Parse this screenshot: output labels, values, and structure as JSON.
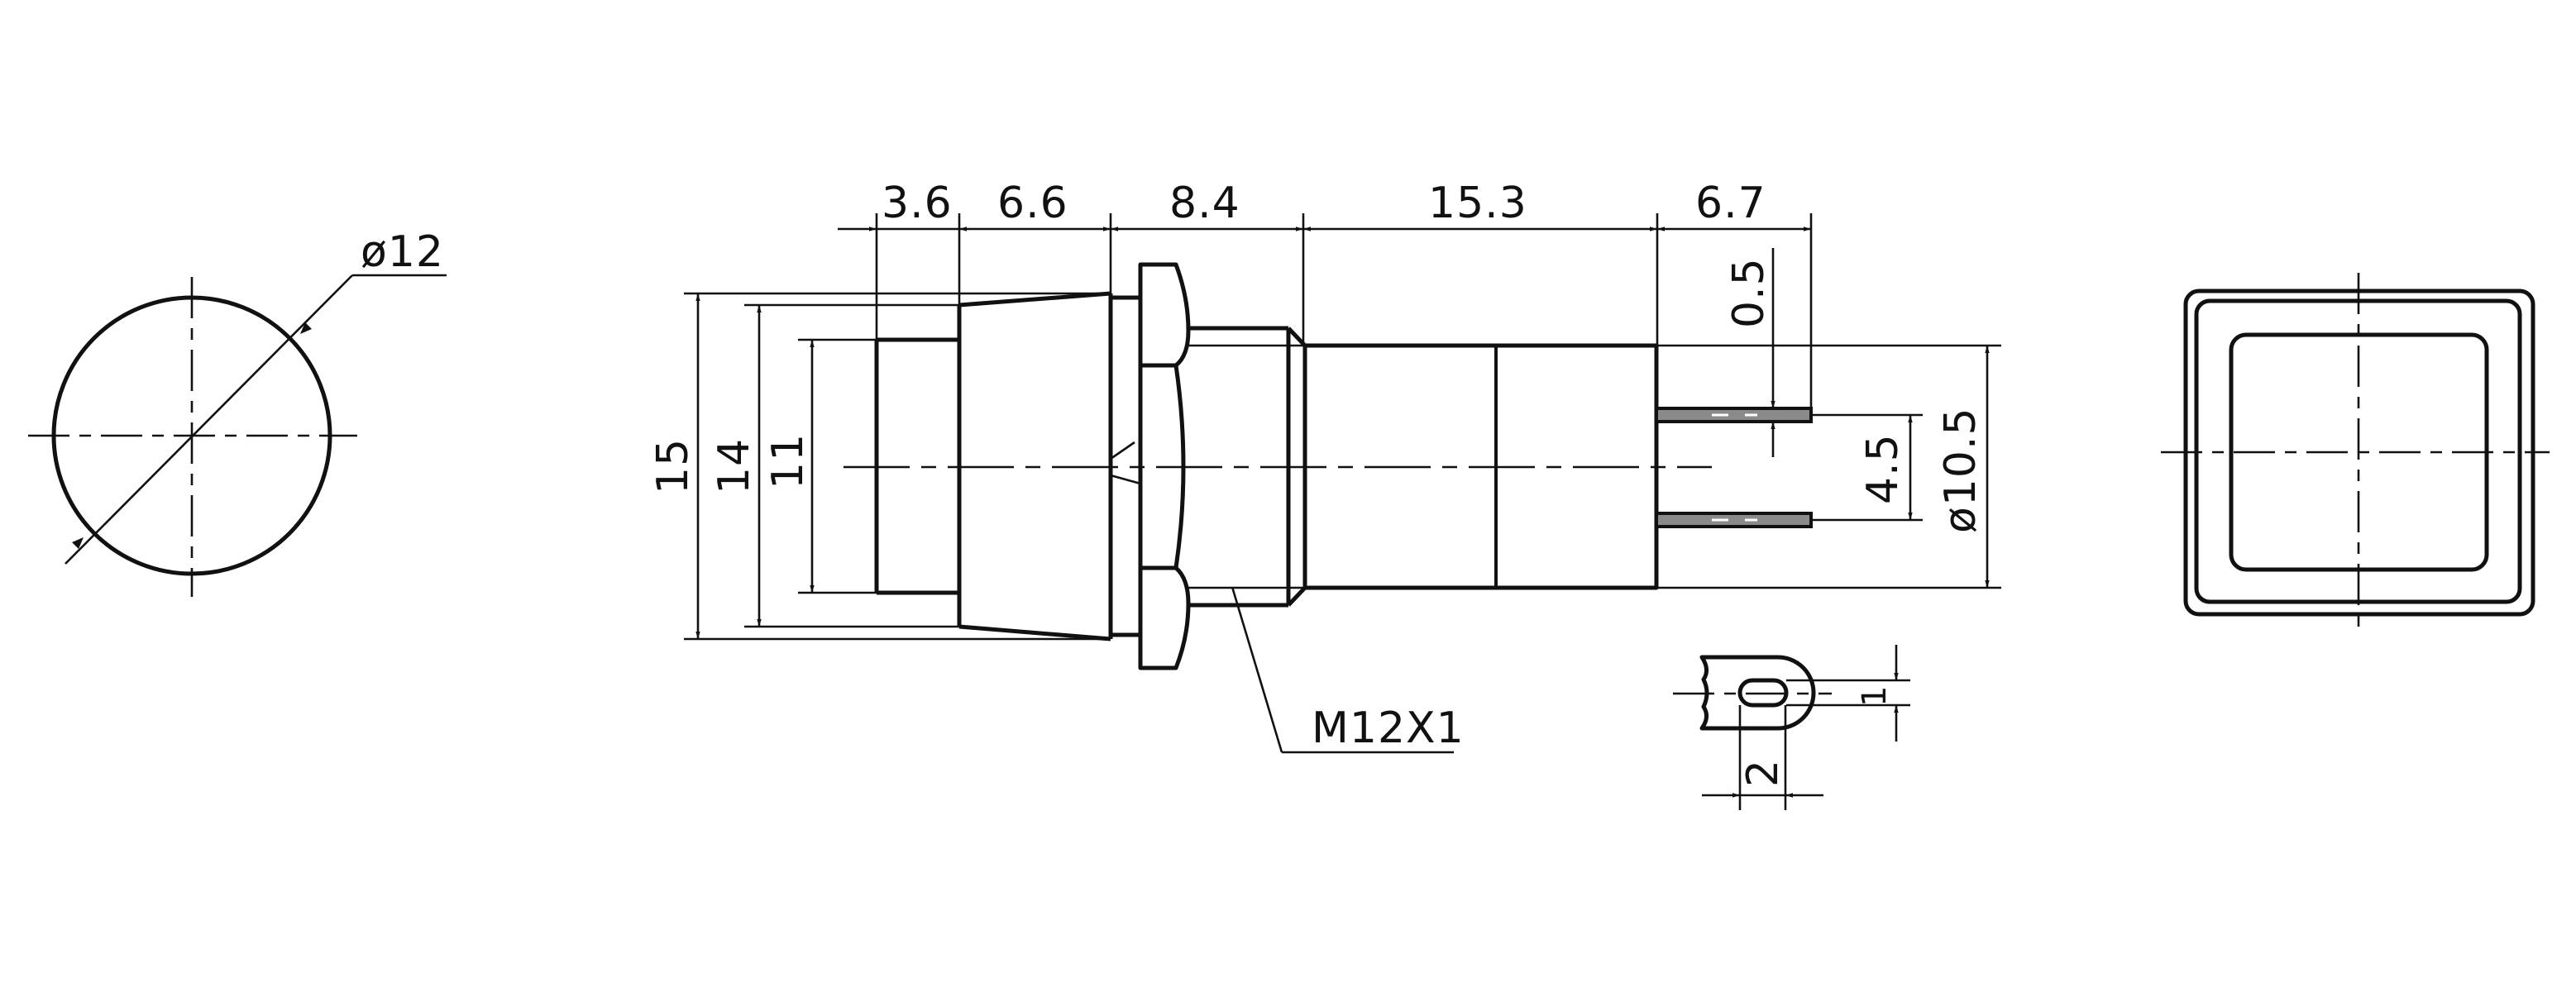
{
  "drawing": {
    "title": "Push button switch dimension drawing",
    "line_color": "#111111",
    "background": "#ffffff"
  },
  "front_view": {
    "diameter_label": "ø12"
  },
  "side_view": {
    "length_dims": [
      {
        "id": "cap",
        "label": "3.6"
      },
      {
        "id": "bezel",
        "label": "6.6"
      },
      {
        "id": "thread",
        "label": "8.4"
      },
      {
        "id": "body",
        "label": "15.3"
      },
      {
        "id": "terminals",
        "label": "6.7"
      }
    ],
    "height_dims": [
      {
        "id": "outer",
        "label": "15"
      },
      {
        "id": "bezel",
        "label": "14"
      },
      {
        "id": "cap",
        "label": "11"
      }
    ],
    "terminal_thickness_label": "0.5",
    "terminal_pitch_label": "4.5",
    "body_diameter_label": "ø10.5",
    "thread_label": "M12X1"
  },
  "terminal_detail": {
    "width_label": "2",
    "hole_label": "1"
  },
  "rear_view": {
    "shape": "rounded-square"
  }
}
